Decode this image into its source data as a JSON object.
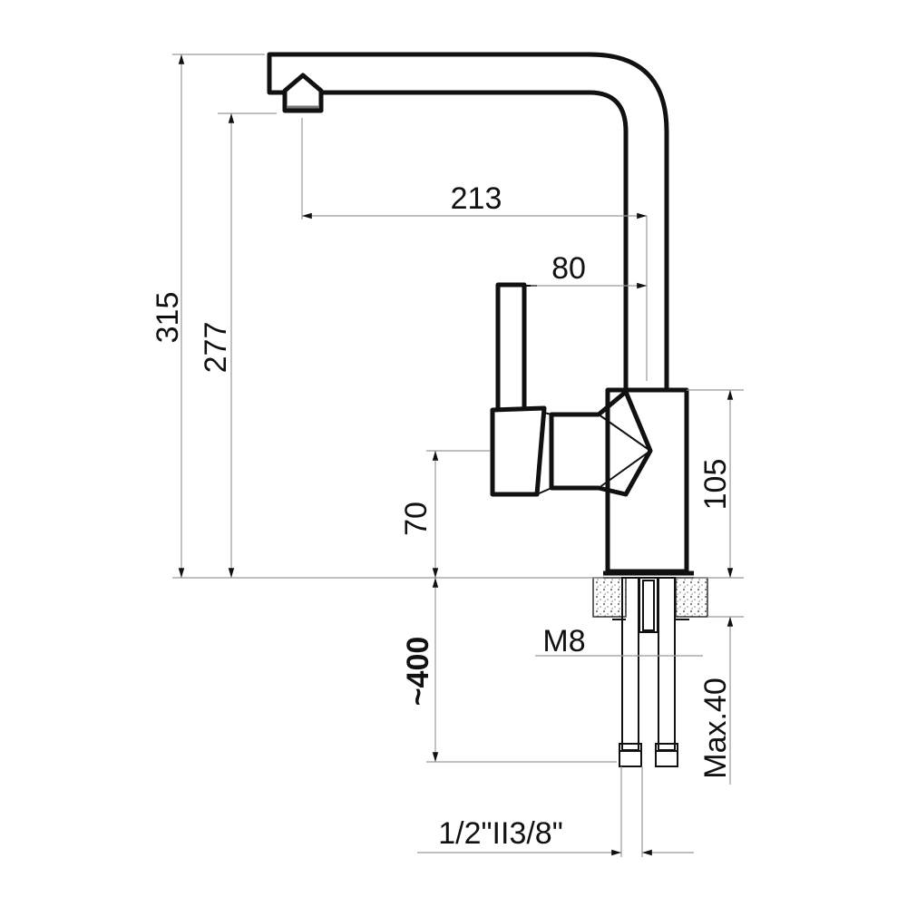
{
  "dimensions": {
    "total_height": "315",
    "spout_height": "277",
    "spout_reach": "213",
    "handle_offset": "80",
    "body_height": "105",
    "handle_height": "70",
    "hose_length": "~400",
    "thread": "M8",
    "max_thickness": "Max.40",
    "connections": "1/2\"II3/8\""
  },
  "colors": {
    "line": "#111111",
    "dimension": "#999999"
  }
}
